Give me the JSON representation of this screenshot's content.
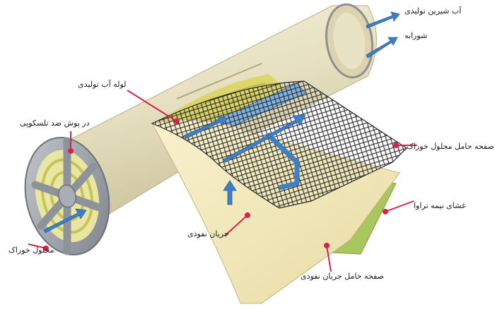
{
  "labels": {
    "product_water": "آب شیرین تولیدی",
    "brine": "شورابه",
    "product_tube": "لوله آب تولیدی",
    "anti_telescoping": "در پوش ضد تلسکوپی",
    "feed_spacer": "صفحه حامل محلول خوراک",
    "membrane": "غشای نیمه تراوا",
    "permeate_flow": "جریان نفوذی",
    "feed_solution": "محلول خوراک",
    "permeate_carrier": "صفحه حامل جریان نفوذی"
  },
  "colors": {
    "housing": "#e9e3c6",
    "housing_shade": "#c9c19c",
    "end_cap": "#9a9ea6",
    "membrane_sheet": "#f4ecc0",
    "permeate_carrier_green": "#a8c75e",
    "spiral_yellow": "#e1db4e",
    "flow_arrow": "#3f7fc6",
    "leader_line": "#d8224a"
  },
  "icons": {
    "flow": "arrow-icon",
    "mesh": "diamond-mesh-icon"
  }
}
